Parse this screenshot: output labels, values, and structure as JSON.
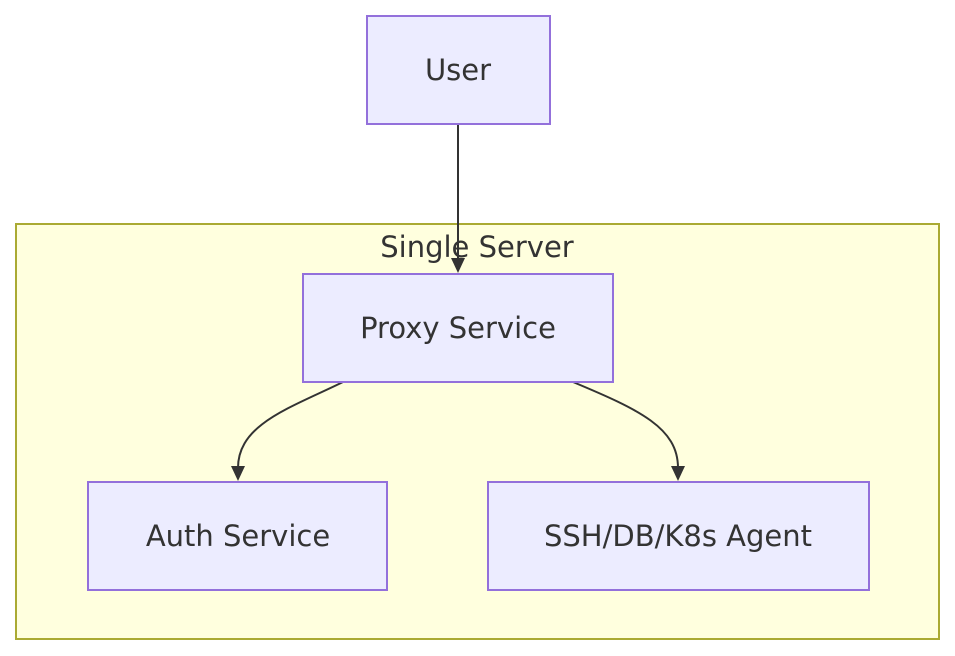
{
  "diagram": {
    "type": "flowchart",
    "direction": "top-to-bottom",
    "cluster": {
      "label": "Single Server"
    },
    "nodes": {
      "user": {
        "label": "User"
      },
      "proxy": {
        "label": "Proxy Service"
      },
      "auth": {
        "label": "Auth Service"
      },
      "agent": {
        "label": "SSH/DB/K8s Agent"
      }
    },
    "edges": [
      {
        "from": "User",
        "to": "Proxy Service"
      },
      {
        "from": "Proxy Service",
        "to": "Auth Service"
      },
      {
        "from": "Proxy Service",
        "to": "SSH/DB/K8s Agent"
      }
    ],
    "colors": {
      "node_fill": "#ECECFF",
      "node_border": "#9370DB",
      "cluster_fill": "#FFFFDE",
      "cluster_border": "#AAAA33",
      "edge": "#333333",
      "text": "#333333"
    }
  }
}
